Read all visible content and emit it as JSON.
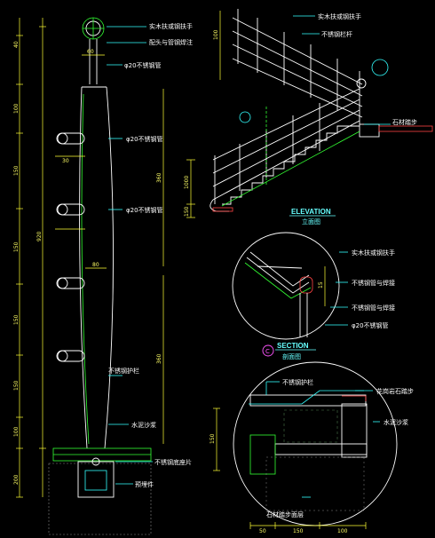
{
  "labels": {
    "stainless_handrail_top": "实木扶或钢扶手",
    "elbow_joint": "配头与管钢焊注",
    "phi20_tube_a": "φ20不锈钢管",
    "phi20_tube_b": "φ20不锈钢管",
    "phi20_tube_c": "φ20不锈钢管",
    "steel_post_cover": "不锈钢护栏",
    "cement_mortar": "水泥沙浆",
    "steel_base_plate": "不锈钢底座片",
    "embedded_part": "预埋件",
    "elev_handrail": "实木扶或钢扶手",
    "elev_post": "不锈钢栏杆",
    "stone_step": "石材踏步",
    "sec_handrail": "实木扶或钢扶手",
    "sec_joint": "不锈钢管与焊接",
    "sec_tube": "不锈钢管与焊接",
    "sec_phi20": "φ20不锈钢管",
    "det_guard": "不锈钢护栏",
    "det_stone": "花岗岩石踏步",
    "det_mortar": "水泥沙浆",
    "det_bottom": "石材踏步面层"
  },
  "titles": {
    "elevation_en": "ELEVATION",
    "elevation_cn": "立面图",
    "section_en": "SECTION",
    "section_cn": "剖面图",
    "section_tag": "C"
  },
  "dimensions": {
    "left_total": "920",
    "left_top": "40",
    "left_a": "100",
    "left_b": "150",
    "left_c": "150",
    "left_d": "150",
    "left_e": "150",
    "left_bottom": "100",
    "left_base": "200",
    "mid_upper": "360",
    "mid_lower": "360",
    "tube_w": "60",
    "w_a": "30",
    "w_b": "80",
    "elev_h1": "1000",
    "elev_h2": "150",
    "elev_top": "100",
    "det_h": "150",
    "det_b1": "50",
    "det_b2": "150",
    "det_b3": "100",
    "sec_d": "15"
  }
}
